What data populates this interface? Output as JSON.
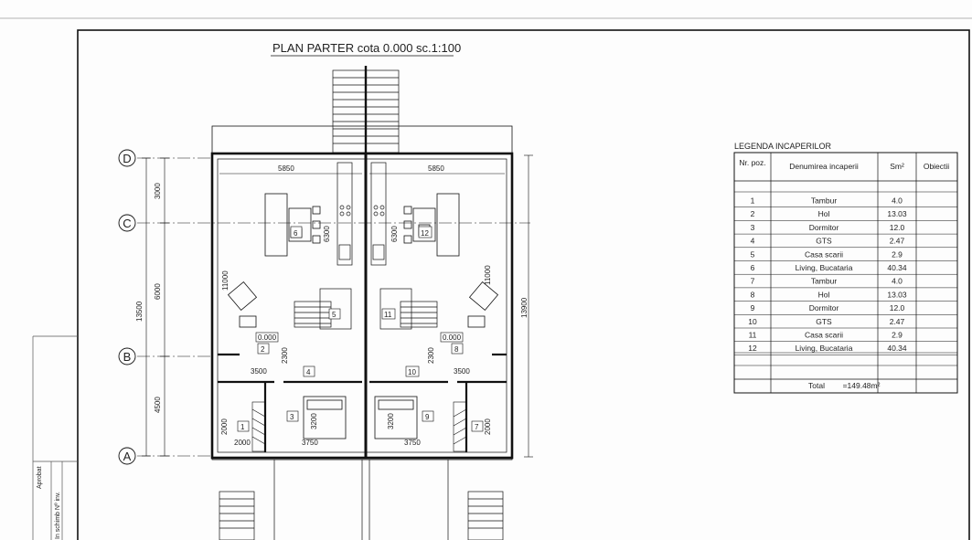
{
  "title": "PLAN PARTER cota 0.000 sc.1:100",
  "axes": {
    "rows": [
      {
        "label": "D"
      },
      {
        "label": "C"
      },
      {
        "label": "B"
      },
      {
        "label": "A"
      }
    ]
  },
  "dimensions": {
    "left_vertical": [
      "3000",
      "6000",
      "4500",
      "13500"
    ],
    "right_vertical": "13900",
    "top_left_width": "5850",
    "top_right_width": "5850",
    "inner_height_left": "6300",
    "inner_height_right": "6300",
    "wall_left": "11000",
    "wall_right": "11000",
    "mid_left": "3500",
    "mid_right": "3500",
    "small_v_left": "2300",
    "small_v_right": "2300",
    "bottom_left_1": "2000",
    "bottom_left_2": "3750",
    "bottom_right_2": "3750",
    "bottom_left_v": "2000",
    "bottom_right_v": "2000",
    "bed_left": "3200",
    "bed_right": "3200"
  },
  "room_tags": [
    "6",
    "12",
    "5",
    "11",
    "2",
    "8",
    "4",
    "10",
    "1",
    "3",
    "9",
    "7"
  ],
  "level_tags": [
    "0.000",
    "0.000"
  ],
  "side_labels": [
    "Aprobat",
    "In schimb Nº inv."
  ],
  "legend": {
    "title": "LEGENDA INCAPERILOR",
    "headers": [
      "Nr. poz.",
      "Denumirea incaperii",
      "Sm²",
      "Obiectii"
    ],
    "rows": [
      [
        "1",
        "Tambur",
        "4.0",
        ""
      ],
      [
        "2",
        "Hol",
        "13.03",
        ""
      ],
      [
        "3",
        "Dormitor",
        "12.0",
        ""
      ],
      [
        "4",
        "GTS",
        "2.47",
        ""
      ],
      [
        "5",
        "Casa scarii",
        "2.9",
        ""
      ],
      [
        "6",
        "Living, Bucataria",
        "40.34",
        ""
      ],
      [
        "7",
        "Tambur",
        "4.0",
        ""
      ],
      [
        "8",
        "Hol",
        "13.03",
        ""
      ],
      [
        "9",
        "Dormitor",
        "12.0",
        ""
      ],
      [
        "10",
        "GTS",
        "2.47",
        ""
      ],
      [
        "11",
        "Casa scarii",
        "2.9",
        ""
      ],
      [
        "12",
        "Living, Bucataria",
        "40.34",
        ""
      ]
    ],
    "total_label": "Total",
    "total_value": "=149.48m²"
  }
}
